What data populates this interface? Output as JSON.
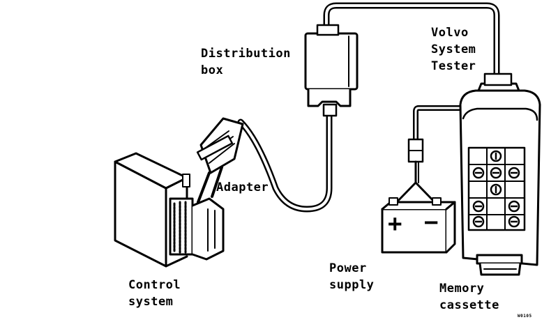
{
  "labels": {
    "tester": [
      "Volvo",
      "System",
      "Tester"
    ],
    "distribution": [
      "Distribution",
      "box"
    ],
    "adapter": "Adapter",
    "control": [
      "Control",
      "system"
    ],
    "power": [
      "Power",
      "supply"
    ],
    "memory": [
      "Memory",
      "cassette"
    ],
    "figure_code": "W0105"
  },
  "battery_terminals": {
    "positive": "+",
    "negative": "−"
  },
  "colors": {
    "ink": "#000000",
    "paper": "#ffffff"
  }
}
